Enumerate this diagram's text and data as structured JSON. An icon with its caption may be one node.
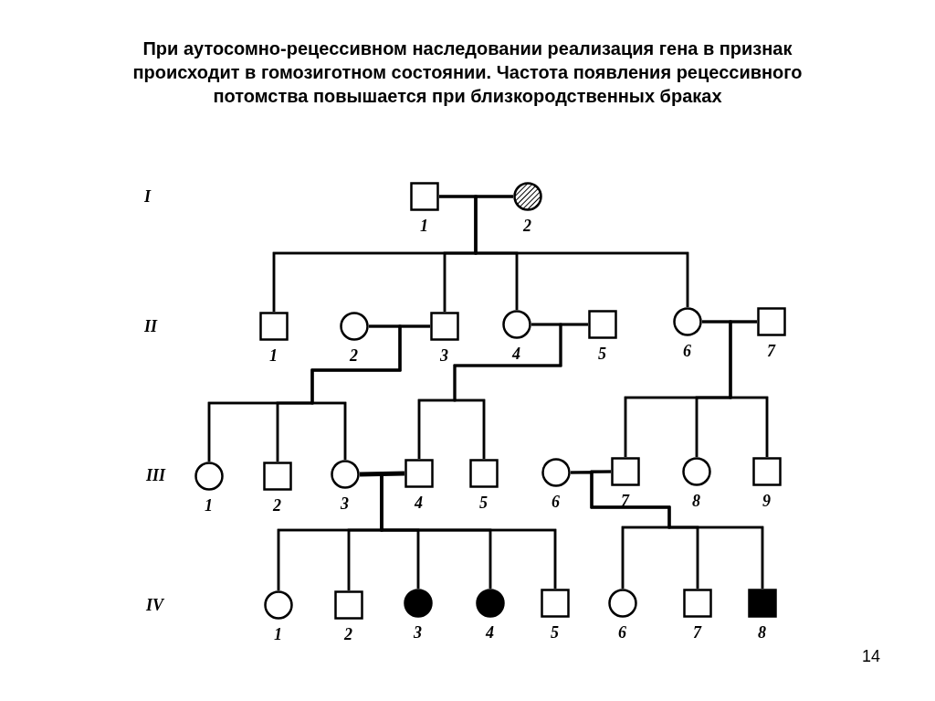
{
  "diagram": {
    "title": "При аутосомно-рецессивном наследовании реализация гена в признак происходит в гомозиготном состоянии. Частота появления рецессивного потомства повышается при близкородственных браках",
    "nodes": [
      {
        "text": [],
        "shape": "box",
        "beside": [
          "1"
        ]
      },
      {
        "text": [],
        "shape": "circle",
        "beside": [
          "2"
        ]
      },
      {
        "text": [],
        "shape": "box",
        "beside": [
          "1"
        ]
      },
      {
        "text": [],
        "shape": "circle",
        "beside": [
          "2"
        ]
      },
      {
        "text": [],
        "shape": "box",
        "beside": [
          "3"
        ]
      },
      {
        "text": [],
        "shape": "circle",
        "beside": [
          "4"
        ]
      },
      {
        "text": [],
        "shape": "box",
        "beside": [
          "5"
        ]
      },
      {
        "text": [],
        "shape": "circle",
        "beside": [
          "6"
        ]
      },
      {
        "text": [],
        "shape": "box",
        "beside": [
          "7"
        ]
      },
      {
        "text": [],
        "shape": "circle",
        "beside": [
          "1"
        ]
      },
      {
        "text": [],
        "shape": "box",
        "beside": [
          "2"
        ]
      },
      {
        "text": [],
        "shape": "circle",
        "beside": [
          "3"
        ]
      },
      {
        "text": [],
        "shape": "box",
        "beside": [
          "4"
        ]
      },
      {
        "text": [],
        "shape": "box",
        "beside": [
          "5"
        ]
      },
      {
        "text": [],
        "shape": "circle",
        "beside": [
          "6"
        ]
      },
      {
        "text": [],
        "shape": "box",
        "beside": [
          "7"
        ]
      },
      {
        "text": [],
        "shape": "circle",
        "beside": [
          "8"
        ]
      },
      {
        "text": [],
        "shape": "box",
        "beside": [
          "9"
        ]
      },
      {
        "text": [],
        "shape": "circle",
        "beside": [
          "1"
        ]
      },
      {
        "text": [],
        "shape": "box",
        "beside": [
          "2"
        ]
      },
      {
        "text": [],
        "shape": "circle",
        "beside": [
          "3"
        ]
      },
      {
        "text": [],
        "shape": "circle",
        "beside": [
          "4"
        ]
      },
      {
        "text": [],
        "shape": "box",
        "beside": [
          "5"
        ]
      },
      {
        "text": [],
        "shape": "circle",
        "beside": [
          "6"
        ]
      },
      {
        "text": [],
        "shape": "box",
        "beside": [
          "7"
        ]
      },
      {
        "text": [],
        "shape": "box",
        "beside": [
          "8"
        ]
      }
    ],
    "edges": [
      {
        "from": 0,
        "to": 1,
        "arrow": "none"
      },
      {
        "from": 0,
        "to": 2,
        "arrow": "none"
      },
      {
        "from": 1,
        "to": 2,
        "arrow": "none"
      },
      {
        "from": 0,
        "to": 4,
        "arrow": "none"
      },
      {
        "from": 1,
        "to": 4,
        "arrow": "none"
      },
      {
        "from": 0,
        "to": 5,
        "arrow": "none"
      },
      {
        "from": 1,
        "to": 5,
        "arrow": "none"
      },
      {
        "from": 0,
        "to": 7,
        "arrow": "none"
      },
      {
        "from": 1,
        "to": 7,
        "arrow": "none"
      },
      {
        "from": 3,
        "to": 4,
        "arrow": "none"
      },
      {
        "from": 3,
        "to": 9,
        "arrow": "none"
      },
      {
        "from": 4,
        "to": 9,
        "arrow": "none"
      },
      {
        "from": 3,
        "to": 10,
        "arrow": "none"
      },
      {
        "from": 4,
        "to": 10,
        "arrow": "none"
      },
      {
        "from": 3,
        "to": 11,
        "arrow": "none"
      },
      {
        "from": 4,
        "to": 11,
        "arrow": "none"
      },
      {
        "from": 5,
        "to": 6,
        "arrow": "none"
      },
      {
        "from": 5,
        "to": 12,
        "arrow": "none"
      },
      {
        "from": 6,
        "to": 12,
        "arrow": "none"
      },
      {
        "from": 5,
        "to": 13,
        "arrow": "none"
      },
      {
        "from": 6,
        "to": 13,
        "arrow": "none"
      },
      {
        "from": 7,
        "to": 8,
        "arrow": "none"
      },
      {
        "from": 7,
        "to": 15,
        "arrow": "none"
      },
      {
        "from": 8,
        "to": 15,
        "arrow": "none"
      },
      {
        "from": 7,
        "to": 16,
        "arrow": "none"
      },
      {
        "from": 8,
        "to": 16,
        "arrow": "none"
      },
      {
        "from": 7,
        "to": 17,
        "arrow": "none"
      },
      {
        "from": 8,
        "to": 17,
        "arrow": "none"
      },
      {
        "from": 11,
        "to": 12,
        "arrow": "none",
        "style": "thick"
      },
      {
        "from": 11,
        "to": 18,
        "arrow": "none"
      },
      {
        "from": 12,
        "to": 18,
        "arrow": "none"
      },
      {
        "from": 11,
        "to": 19,
        "arrow": "none"
      },
      {
        "from": 12,
        "to": 19,
        "arrow": "none"
      },
      {
        "from": 11,
        "to": 20,
        "arrow": "none"
      },
      {
        "from": 12,
        "to": 20,
        "arrow": "none"
      },
      {
        "from": 11,
        "to": 21,
        "arrow": "none"
      },
      {
        "from": 12,
        "to": 21,
        "arrow": "none"
      },
      {
        "from": 11,
        "to": 22,
        "arrow": "none"
      },
      {
        "from": 12,
        "to": 22,
        "arrow": "none"
      },
      {
        "from": 14,
        "to": 15,
        "arrow": "none"
      },
      {
        "from": 14,
        "to": 23,
        "arrow": "none"
      },
      {
        "from": 15,
        "to": 23,
        "arrow": "none"
      },
      {
        "from": 14,
        "to": 24,
        "arrow": "none"
      },
      {
        "from": 15,
        "to": 24,
        "arrow": "none"
      },
      {
        "from": 14,
        "to": 25,
        "arrow": "none"
      },
      {
        "from": 15,
        "to": 25,
        "arrow": "none"
      }
    ],
    "labels": [
      "I",
      "II",
      "III",
      "IV",
      "14"
    ]
  }
}
